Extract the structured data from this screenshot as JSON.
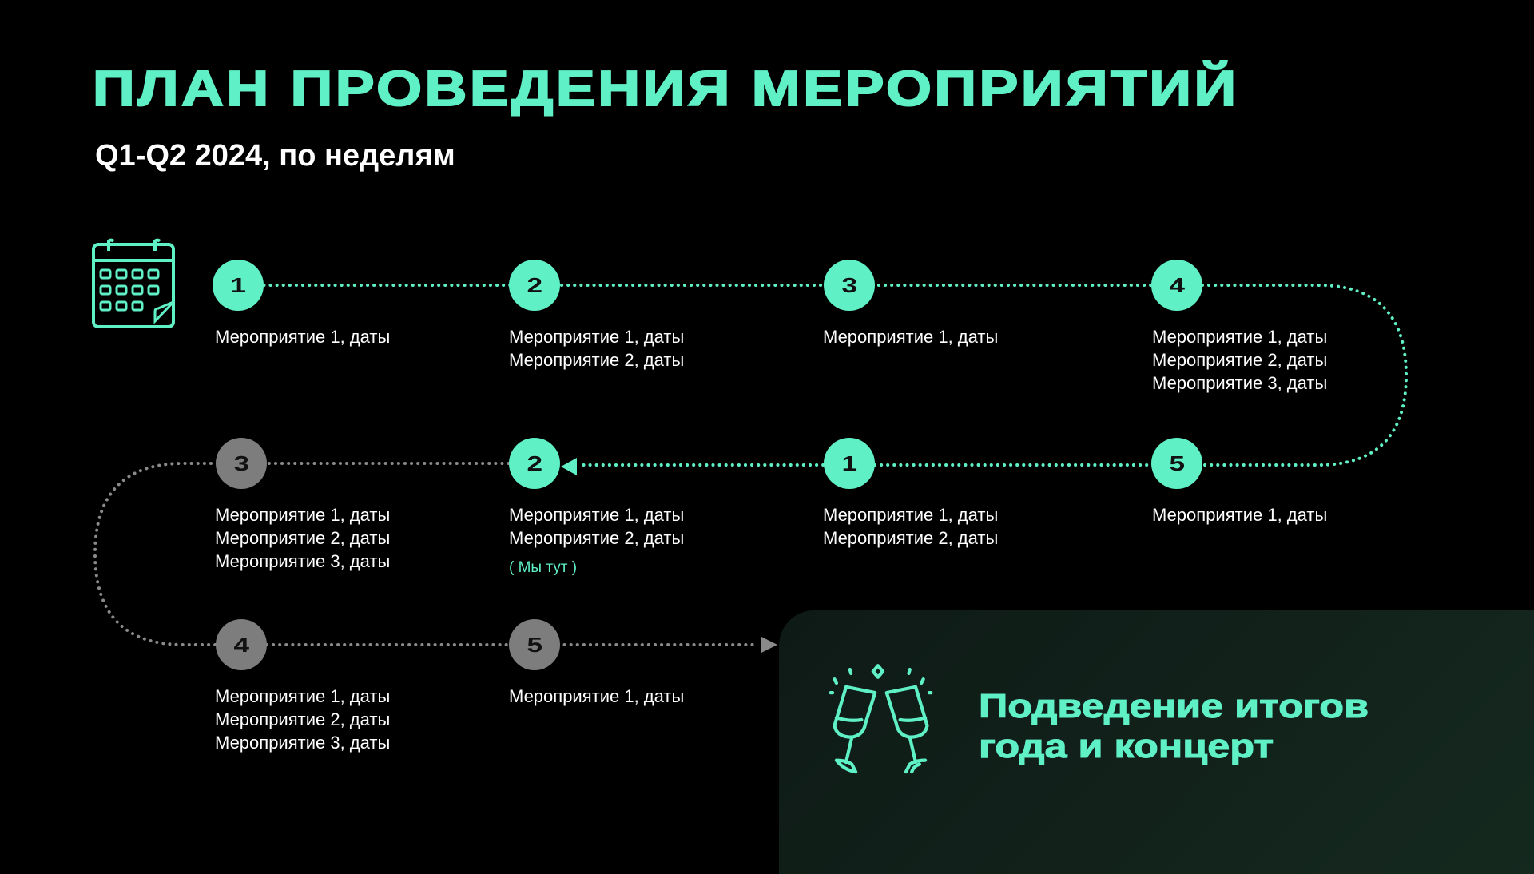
{
  "title": "ПЛАН ПРОВЕДЕНИЯ МЕРОПРИЯТИЙ",
  "subtitle": "Q1-Q2 2024, по неделям",
  "colors": {
    "accent": "#5ff0c6",
    "future": "#7d7d7d"
  },
  "steps": [
    {
      "week": "1",
      "status": "done",
      "events": [
        "Мероприятие 1, даты"
      ]
    },
    {
      "week": "2",
      "status": "done",
      "events": [
        "Мероприятие 1, даты",
        "Мероприятие 2, даты"
      ]
    },
    {
      "week": "3",
      "status": "done",
      "events": [
        "Мероприятие 1, даты"
      ]
    },
    {
      "week": "4",
      "status": "done",
      "events": [
        "Мероприятие 1, даты",
        "Мероприятие 2, даты",
        "Мероприятие 3, даты"
      ]
    },
    {
      "week": "5",
      "status": "done",
      "events": [
        "Мероприятие 1, даты"
      ]
    },
    {
      "week": "1",
      "status": "done",
      "events": [
        "Мероприятие 1, даты",
        "Мероприятие 2, даты"
      ]
    },
    {
      "week": "2",
      "status": "current",
      "events": [
        "Мероприятие 1, даты",
        "Мероприятие 2, даты"
      ],
      "note": "( Мы тут )"
    },
    {
      "week": "3",
      "status": "future",
      "events": [
        "Мероприятие 1, даты",
        "Мероприятие 2, даты",
        "Мероприятие 3, даты"
      ]
    },
    {
      "week": "4",
      "status": "future",
      "events": [
        "Мероприятие 1, даты",
        "Мероприятие 2, даты",
        "Мероприятие 3, даты"
      ]
    },
    {
      "week": "5",
      "status": "future",
      "events": [
        "Мероприятие 1, даты"
      ]
    }
  ],
  "final": {
    "line1": "Подведение итогов",
    "line2": "года и концерт"
  }
}
